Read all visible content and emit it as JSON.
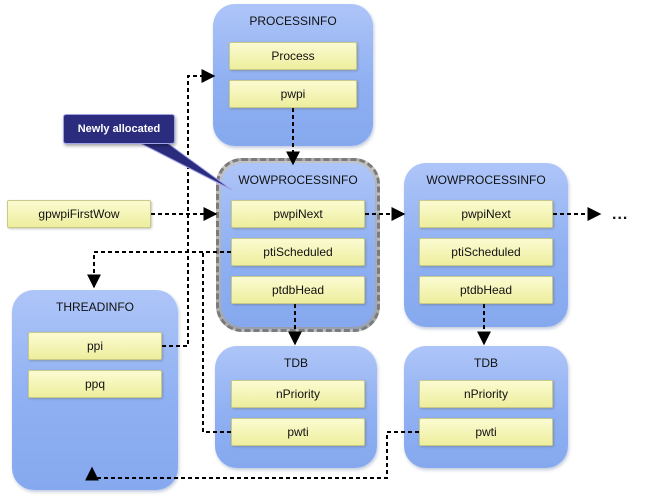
{
  "structures": {
    "processinfo": {
      "title": "PROCESSINFO",
      "fields": [
        "Process",
        "pwpi"
      ]
    },
    "wowprocessinfo_1": {
      "title": "WOWPROCESSINFO",
      "fields": [
        "pwpiNext",
        "ptiScheduled",
        "ptdbHead"
      ]
    },
    "wowprocessinfo_2": {
      "title": "WOWPROCESSINFO",
      "fields": [
        "pwpiNext",
        "ptiScheduled",
        "ptdbHead"
      ]
    },
    "threadinfo": {
      "title": "THREADINFO",
      "fields": [
        "ppi",
        "ppq"
      ]
    },
    "tdb_1": {
      "title": "TDB",
      "fields": [
        "nPriority",
        "pwti"
      ]
    },
    "tdb_2": {
      "title": "TDB",
      "fields": [
        "nPriority",
        "pwti"
      ]
    }
  },
  "global_pointer": {
    "label": "gpwpiFirstWow"
  },
  "callout": {
    "text": "Newly allocated"
  },
  "continuation": {
    "text": "..."
  },
  "colors": {
    "struct_fill": "#8fb0f2",
    "field_fill": "#f3f3b0",
    "new_highlight": "#ababab",
    "callout_fill": "#2b2c7e",
    "arrow": "#000000"
  }
}
